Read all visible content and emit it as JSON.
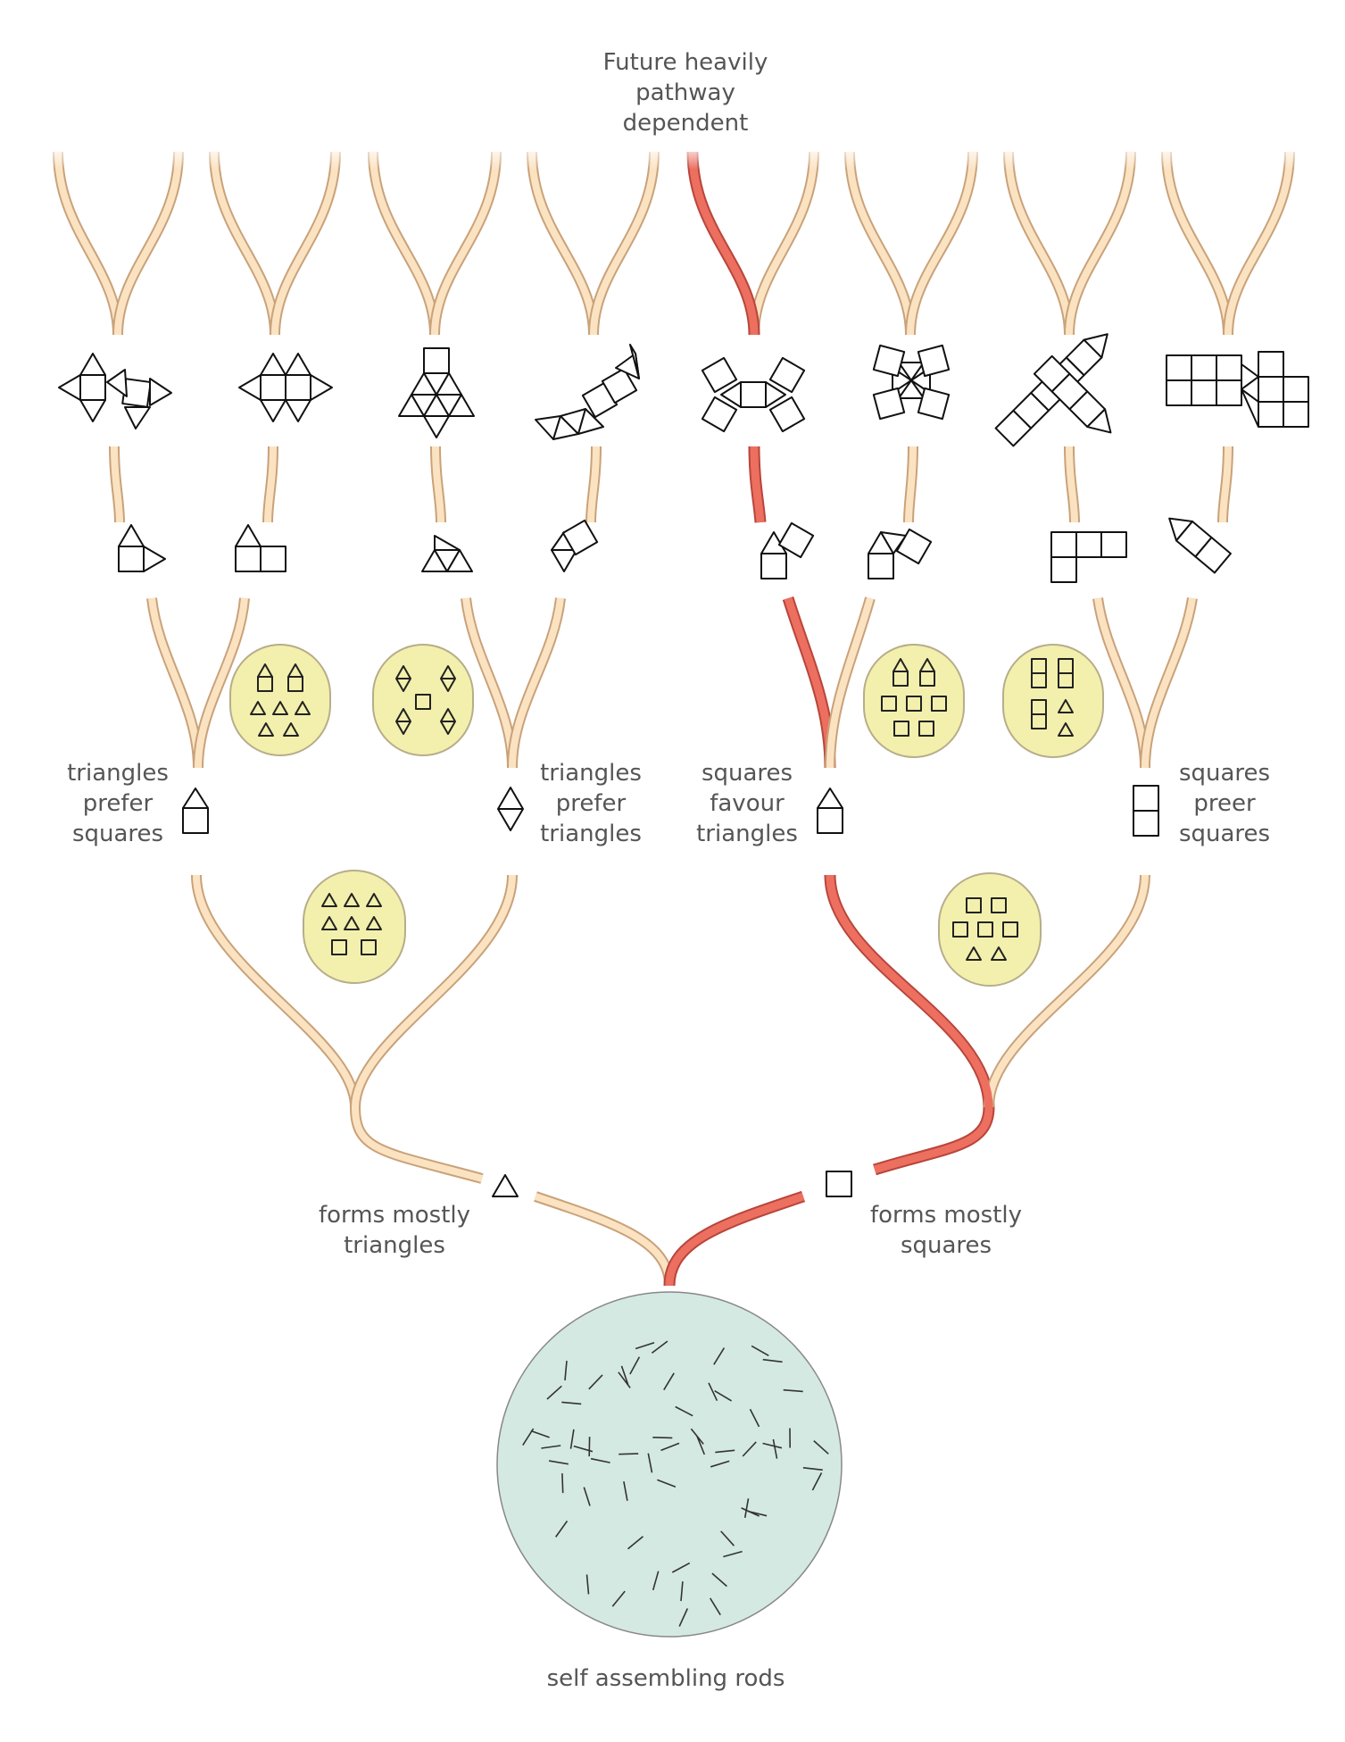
{
  "labels": {
    "top": [
      "Future heavily",
      "pathway",
      "dependent"
    ],
    "triangles_prefer_squares": [
      "triangles",
      "prefer",
      "squares"
    ],
    "triangles_prefer_triangles": [
      "triangles",
      "prefer",
      "triangles"
    ],
    "squares_favour_triangles": [
      "squares",
      "favour",
      "triangles"
    ],
    "squares_preer_squares": [
      "squares",
      "preer",
      "squares"
    ],
    "forms_mostly_triangles": [
      "forms mostly",
      "triangles"
    ],
    "forms_mostly_squares": [
      "forms mostly",
      "squares"
    ],
    "root": "self assembling rods"
  },
  "colors": {
    "tube_fill": "#fbe3c2",
    "tube_edge": "#c9a27a",
    "highlight_fill": "#ec6f60",
    "highlight_edge": "#b8453b",
    "pool_fill": "#f3f0ad",
    "root_fill": "#d4e9e2"
  }
}
